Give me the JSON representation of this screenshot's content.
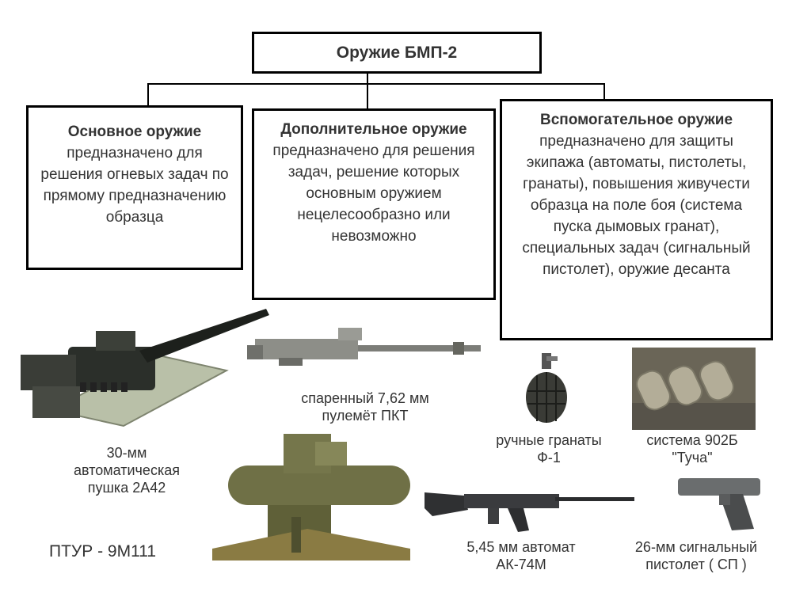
{
  "title": "Оружие БМП-2",
  "categories": [
    {
      "id": "main",
      "heading": "Основное оружие",
      "text": "предназначено для решения огневых задач по прямому предназначению образца"
    },
    {
      "id": "additional",
      "heading": "Дополнительное оружие",
      "text": "предназначено для решения задач, решение которых основным оружием нецелесообразно или невозможно"
    },
    {
      "id": "auxiliary",
      "heading": "Вспомогательное оружие",
      "text": "предназначено для защиты экипажа (автоматы, пистолеты, гранаты), повышения живучести образца на поле боя (система пуска дымовых гранат), специальных задач (сигнальный пистолет), оружие десанта"
    }
  ],
  "weapons": {
    "cannon": "30-мм автоматическая пушка 2А42",
    "mg": "спаренный 7,62 мм пулемёт ПКТ",
    "atgm": "ПТУР - 9М111",
    "grenade": "ручные гранаты Ф-1",
    "tucha": "система 902Б \"Туча\"",
    "ak": "5,45 мм автомат АК-74М",
    "flare": "26-мм сигнальный пистолет ( СП )"
  }
}
